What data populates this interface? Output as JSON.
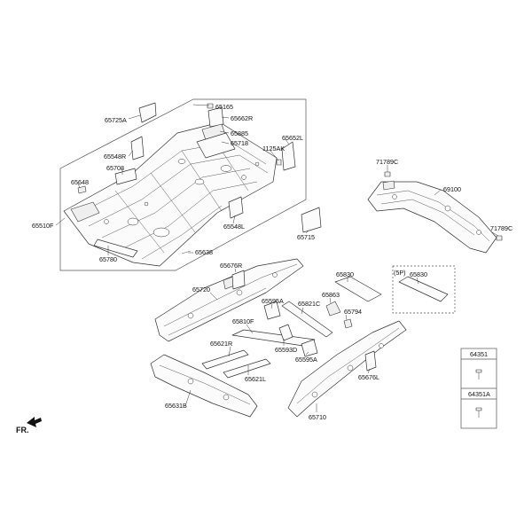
{
  "parts": {
    "p65725A": "65725A",
    "p65165": "65165",
    "p65662R": "65662R",
    "p65885": "65885",
    "p65718": "65718",
    "p65652L": "65652L",
    "p1125AK": "1125AK",
    "p65548R": "65548R",
    "p65708": "65708",
    "p65648": "65648",
    "p65510F": "65510F",
    "p65780": "65780",
    "p65638": "65638",
    "p65548L": "65548L",
    "p65715": "65715",
    "p71789C_top": "71789C",
    "p69100": "69100",
    "p71789C_right": "71789C",
    "p65676R": "65676R",
    "p65720": "65720",
    "p65830_a": "65830",
    "p5P": "(5P)",
    "p65830_b": "65830",
    "p65863": "65863",
    "p65595A_a": "65595A",
    "p65821C": "65821C",
    "p65794": "65794",
    "p65810F": "65810F",
    "p65593D": "65593D",
    "p65621R": "65621R",
    "p65595A_b": "65595A",
    "p65621L": "65621L",
    "p65676L": "65676L",
    "p65631B": "65631B",
    "p65710": "65710",
    "p64351": "64351",
    "p64351A": "64351A"
  },
  "direction_label": "FR."
}
